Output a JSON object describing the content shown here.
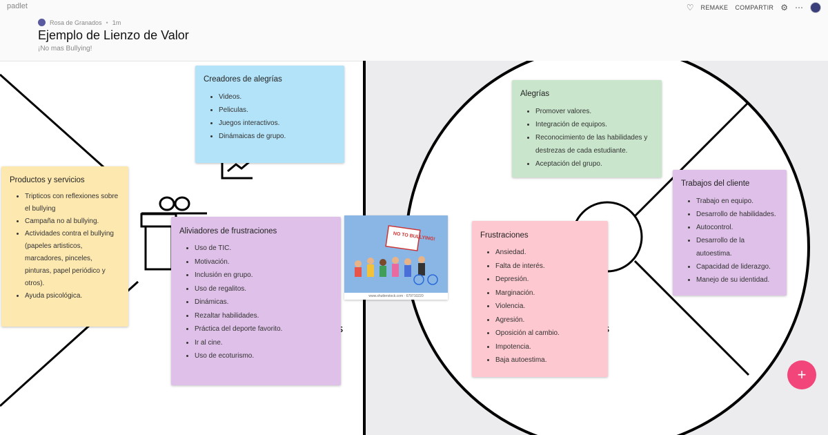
{
  "app": {
    "brand": "padlet"
  },
  "header": {
    "author": "Rosa de Granados",
    "time": "1m",
    "title": "Ejemplo de Lienzo de Valor",
    "subtitle": "¡No mas Bullying!",
    "actions": {
      "remake": "REMAKE",
      "share": "COMPARTIR"
    }
  },
  "notes": {
    "creadores": {
      "title": "Creadores de alegrías",
      "items": [
        "Videos.",
        "Peliculas.",
        "Juegos interactivos.",
        "Dinámaicas de grupo."
      ]
    },
    "productos": {
      "title": "Productos y servicios",
      "items": [
        "Tripticos con reflexiones sobre el bullying",
        "Campaña no al bullying.",
        "Actividades contra el bullying (papeles artisticos, marcadores, pinceles, pinturas, papel periódico y otros).",
        "Ayuda psicológica."
      ]
    },
    "aliviadores": {
      "title": "Aliviadores de frustraciones",
      "items": [
        "Uso de TIC.",
        "Motivación.",
        "Inclusión en grupo.",
        "Uso de regalitos.",
        "Dinámicas.",
        "Rezaltar habilidades.",
        "Práctica del deporte favorito.",
        "Ir al cine.",
        "Uso de ecoturismo."
      ]
    },
    "alegrias": {
      "title": "Alegrías",
      "items": [
        "Promover valores.",
        "Integración de equipos.",
        "Reconocimiento de las habilidades y destrezas de cada estudiante.",
        "Aceptación del grupo."
      ]
    },
    "trabajos": {
      "title": "Trabajos del cliente",
      "items": [
        "Trabajo en equipo.",
        "Desarrollo de habilidades.",
        "Autocontrol.",
        "Desarrollo de la autoestima.",
        "Capacidad de liderazgo.",
        "Manejo de su identidad."
      ]
    },
    "frustraciones": {
      "title": "Frustraciones",
      "items": [
        "Ansiedad.",
        "Falta de interés.",
        "Depresión.",
        "Marginación.",
        "Violencia.",
        "Agresión.",
        "Oposición al cambio.",
        "Impotencia.",
        " Baja autoestima."
      ]
    }
  },
  "image": {
    "sign": "NO TO BULLYING!",
    "caption": "www.shutterstock.com · 679710220"
  },
  "fab": {
    "label": "+"
  },
  "icons": [
    "heart-icon",
    "gear-icon",
    "more-icon",
    "add-icon"
  ],
  "colors": {
    "blue": "#b3e3f8",
    "green": "#c9e6cc",
    "yellow": "#fde8b0",
    "purple": "#dec0e8",
    "pink": "#fdc8cf",
    "fab": "#f2457a"
  }
}
